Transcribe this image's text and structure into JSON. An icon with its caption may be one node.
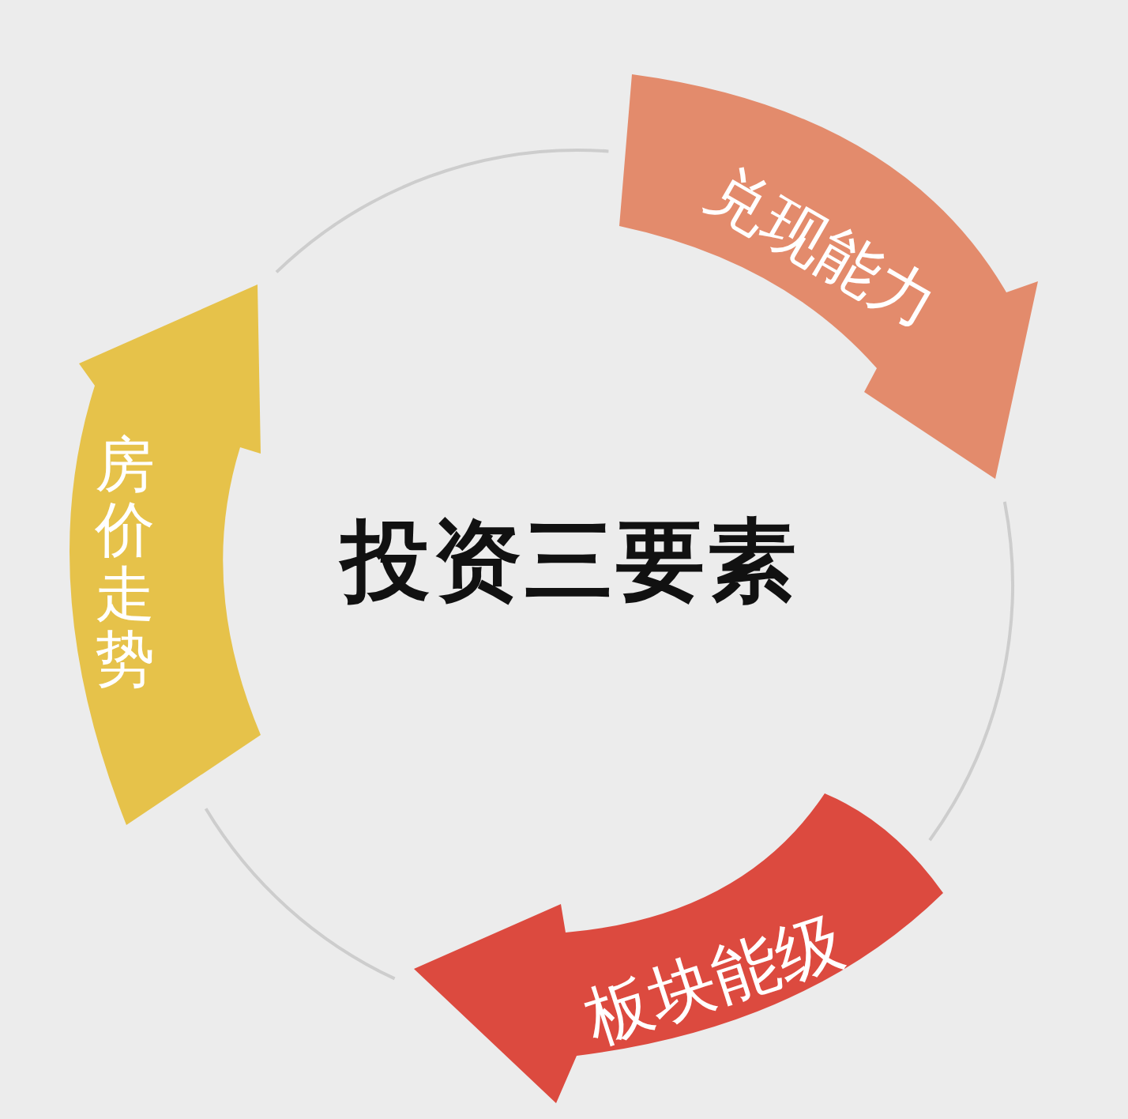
{
  "diagram": {
    "nodes": [
      {
        "text": [
          "投资三要素"
        ]
      },
      {
        "text": [
          "兑现能力"
        ]
      },
      {
        "text": [
          "板块能级"
        ]
      },
      {
        "text": [
          "房价走势"
        ]
      }
    ]
  }
}
